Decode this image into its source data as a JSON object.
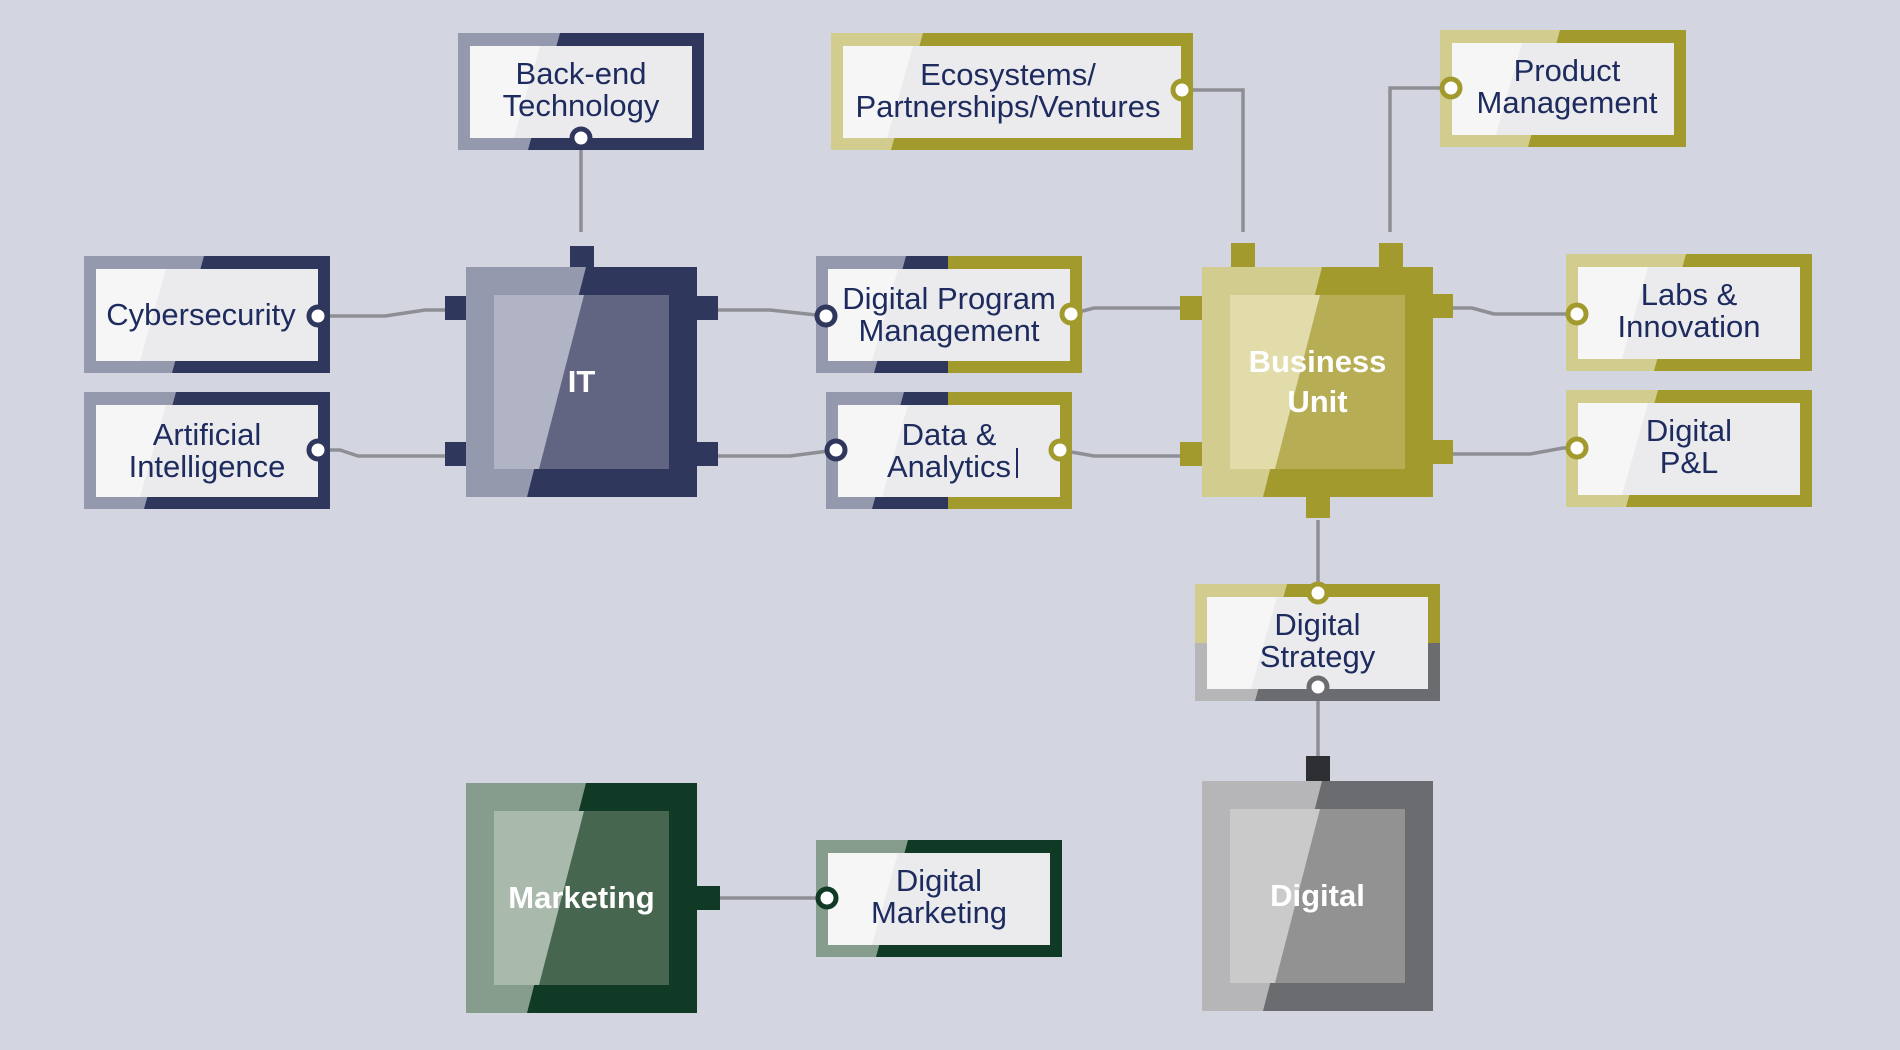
{
  "palette": {
    "background": "#d3d5e1",
    "navy_dark": "#2f375c",
    "navy_light": "#9599ae",
    "navy_hub_inner": "#616581",
    "navy_hub_inner_light": "#b1b4c4",
    "olive_dark": "#a29a2c",
    "olive_light": "#d2cd8f",
    "olive_hub_inner": "#b6ad55",
    "olive_hub_inner_light": "#e1dca9",
    "green_dark": "#113a26",
    "green_light": "#869c8c",
    "green_hub_inner": "#466650",
    "green_hub_inner_light": "#a9b9ac",
    "gray_dark": "#6b6c70",
    "gray_light": "#b6b6b8",
    "gray_hub_inner": "#929293",
    "gray_hub_inner_light": "#cacacb",
    "card_fill": "#ebebed",
    "label_text": "#1d2b5e",
    "wire": "#8e8f95"
  },
  "hubs": {
    "it": {
      "label": "IT",
      "theme": "navy"
    },
    "business_unit": {
      "label": "Business\nUnit",
      "theme": "olive"
    },
    "marketing": {
      "label": "Marketing",
      "theme": "green"
    },
    "digital": {
      "label": "Digital",
      "theme": "gray"
    }
  },
  "nodes": {
    "backend_technology": {
      "label": "Back-end\nTechnology",
      "theme": "navy"
    },
    "cybersecurity": {
      "label": "Cybersecurity",
      "theme": "navy"
    },
    "artificial_intelligence": {
      "label": "Artificial\nIntelligence",
      "theme": "navy"
    },
    "digital_program_management": {
      "label": "Digital Program\nManagement",
      "theme": "split-navy-olive"
    },
    "data_analytics": {
      "label": "Data &\nAnalytics",
      "theme": "split-navy-olive"
    },
    "ecosystems": {
      "label": "Ecosystems/\nPartnerships/Ventures",
      "theme": "olive"
    },
    "product_management": {
      "label": "Product\nManagement",
      "theme": "olive"
    },
    "labs_innovation": {
      "label": "Labs &\nInnovation",
      "theme": "olive"
    },
    "digital_pl": {
      "label": "Digital\nP&L",
      "theme": "olive"
    },
    "digital_strategy": {
      "label": "Digital\nStrategy",
      "theme": "split-olive-gray"
    },
    "digital_marketing": {
      "label": "Digital\nMarketing",
      "theme": "green"
    }
  }
}
